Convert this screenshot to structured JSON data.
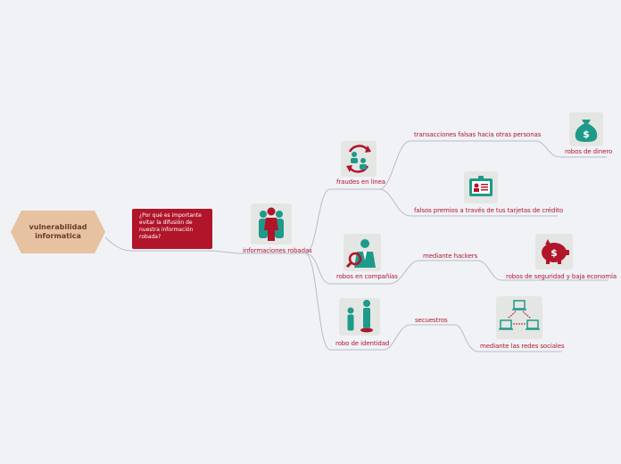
{
  "root": {
    "label_line1": "vulnerabilidad",
    "label_line2": "informatica"
  },
  "question": {
    "text": "¿Por qué es importante evitar la difusión de nuestra información robada?"
  },
  "topic": {
    "label": "informaciones robadas"
  },
  "branches": [
    {
      "label": "fraudes en linea",
      "children": [
        {
          "label": "transacciones falsas hacia otras personas",
          "leaf": "robos de dinero"
        },
        {
          "label": "falsos premios a través de tus tarjetas de crédito"
        }
      ]
    },
    {
      "label": "robos en compañías",
      "children": [
        {
          "label": "mediante hackers",
          "leaf": "robos de seguridad y baja economía"
        }
      ]
    },
    {
      "label": "robo de identidad",
      "children": [
        {
          "label": "secuestros",
          "leaf": "mediante las redes sociales"
        }
      ]
    }
  ],
  "icons": {
    "topic": "people-group-icon",
    "fraudes": "exchange-people-icon",
    "robos_companias": "magnifier-person-icon",
    "robo_identidad": "identity-spotlight-icon",
    "robos_dinero": "money-bag-icon",
    "falsos_premios": "id-card-icon",
    "robos_seguridad": "piggy-bank-icon",
    "redes_sociales": "network-computers-icon"
  },
  "colors": {
    "accent": "#b0152a",
    "teal": "#1e9a8a",
    "root_fill": "#e6c2a0",
    "line": "#b8bcc6"
  }
}
